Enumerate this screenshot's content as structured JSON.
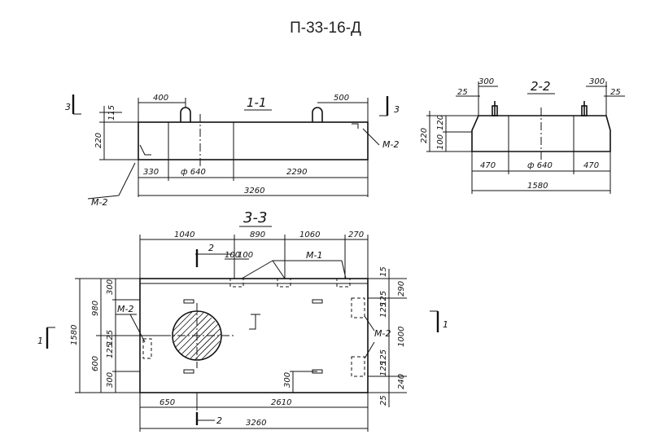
{
  "title": "П-33-16-Д",
  "sections": {
    "s11": "1-1",
    "s22": "2-2",
    "s33": "3-3"
  },
  "marks": {
    "m1": "М-1",
    "m2": "М-2",
    "cut1": "1",
    "cut2": "2",
    "cut3": "3"
  },
  "view11": {
    "dim_400": "400",
    "dim_500": "500",
    "dim_115": "115",
    "dim_220": "220",
    "dim_330": "330",
    "dim_d640": "ф 640",
    "dim_2290": "2290",
    "dim_3260": "3260"
  },
  "view22": {
    "dim_300a": "300",
    "dim_300b": "300",
    "dim_25a": "25",
    "dim_25b": "25",
    "dim_220": "220",
    "dim_120": "120",
    "dim_100": "100",
    "dim_470a": "470",
    "dim_d640": "ф 640",
    "dim_470b": "470",
    "dim_1580": "1580"
  },
  "view33": {
    "dim_1040": "1040",
    "dim_890": "890",
    "dim_1060": "1060",
    "dim_270": "270",
    "dim_100a": "100",
    "dim_100b": "100",
    "dim_15": "15",
    "dim_290": "290",
    "dim_125a": "125",
    "dim_125b": "125",
    "dim_1000": "1000",
    "dim_240": "240",
    "dim_125c": "125",
    "dim_125d": "125",
    "dim_25": "25",
    "dim_980": "980",
    "dim_600": "600",
    "dim_1580": "1580",
    "dim_300a": "300",
    "dim_300b": "300",
    "dim_300c": "300",
    "dim_125e": "125",
    "dim_125f": "125",
    "dim_650": "650",
    "dim_2610": "2610",
    "dim_3260": "3260"
  }
}
